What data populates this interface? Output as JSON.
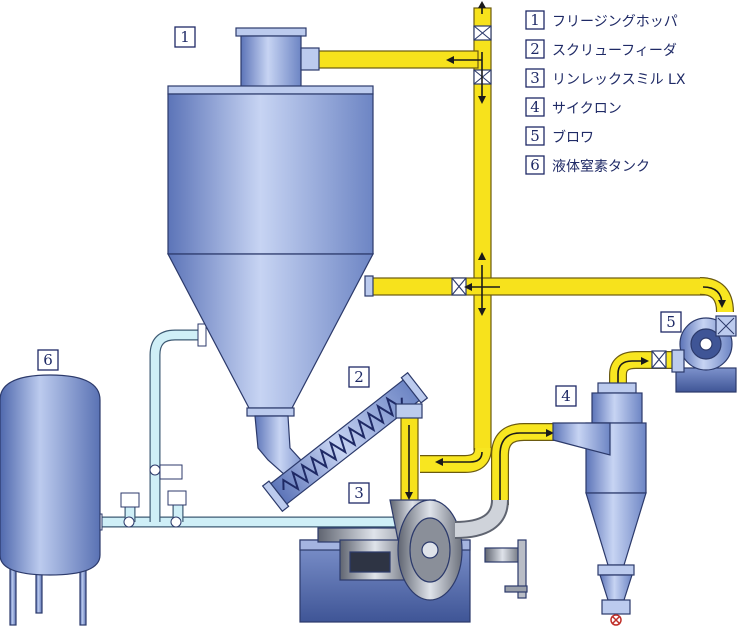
{
  "legend": {
    "items": [
      {
        "num": "1",
        "label": "フリージングホッパ"
      },
      {
        "num": "2",
        "label": "スクリューフィーダ"
      },
      {
        "num": "3",
        "label": "リンレックスミル LX"
      },
      {
        "num": "4",
        "label": "サイクロン"
      },
      {
        "num": "5",
        "label": "ブロワ"
      },
      {
        "num": "6",
        "label": "液体窒素タンク"
      }
    ]
  },
  "callouts": {
    "hopper": "1",
    "screw_feeder": "2",
    "mill": "3",
    "cyclone": "4",
    "blower": "5",
    "ln2_tank": "6"
  },
  "colors": {
    "pipe_main": "#f7e21c",
    "pipe_ln2": "#cfeff7",
    "equipment_blue": "#8ea6dc",
    "outline": "#1f2a66"
  }
}
